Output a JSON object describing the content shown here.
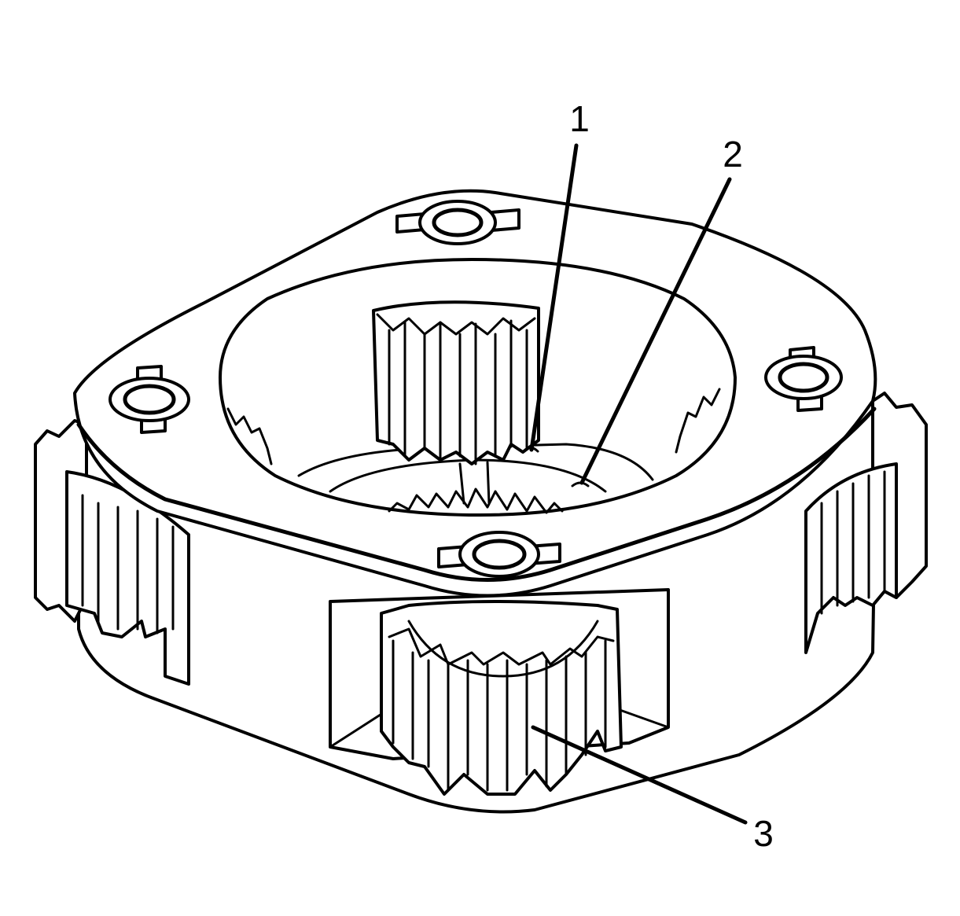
{
  "diagram": {
    "line_color": "#000000",
    "background": "#ffffff",
    "callouts": [
      {
        "number": "1"
      },
      {
        "number": "2"
      },
      {
        "number": "3"
      }
    ]
  }
}
